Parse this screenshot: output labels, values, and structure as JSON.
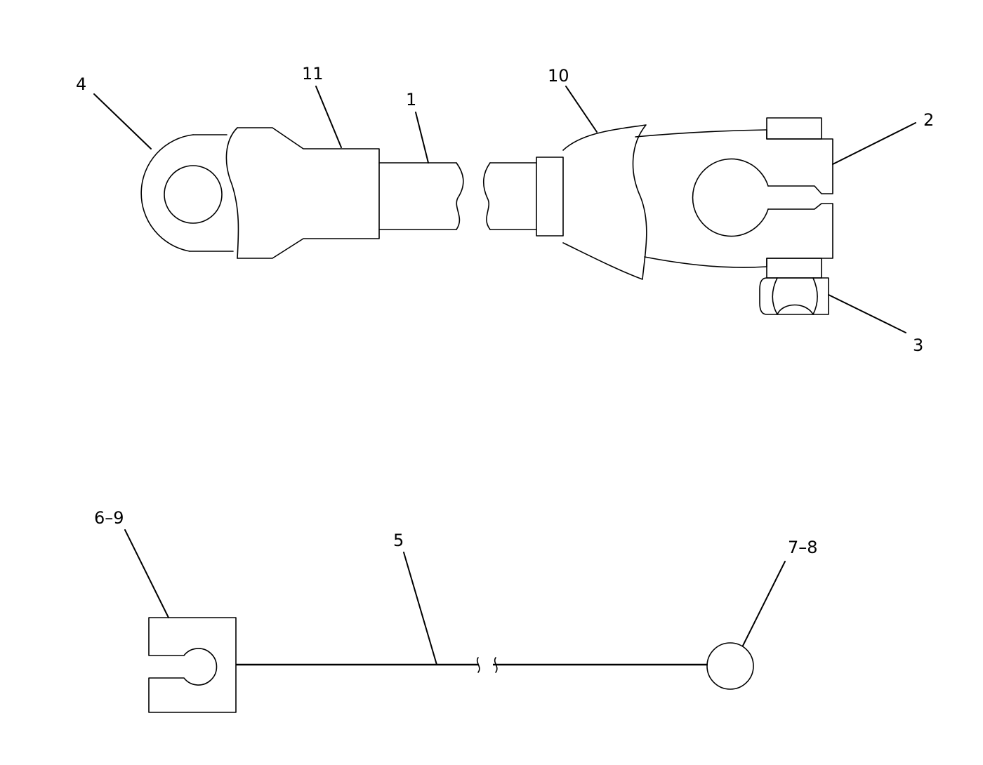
{
  "diagram": {
    "callouts": {
      "c1": "1",
      "c2": "2",
      "c3": "3",
      "c4": "4",
      "c5": "5",
      "c6_9": "6–9",
      "c7_8": "7–8",
      "c10": "10",
      "c11": "11"
    }
  }
}
